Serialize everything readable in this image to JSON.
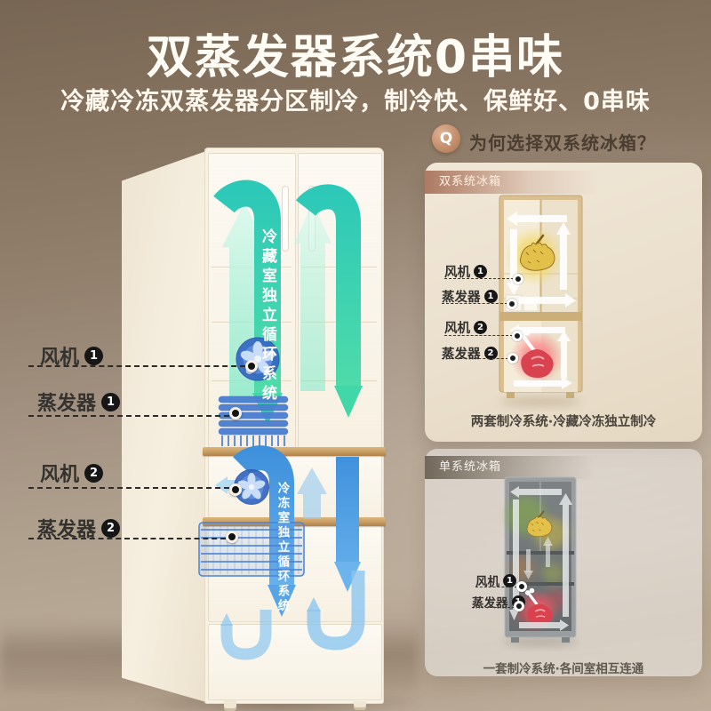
{
  "page": {
    "title": "双蒸发器系统0串味",
    "subtitle": "冷藏冷冻双蒸发器分区制冷，制冷快、保鲜好、0串味"
  },
  "fridge_diagram": {
    "cooling_band": "冷藏室独立循环系统",
    "freezing_band": "冷冻室独立循环系统",
    "labels": [
      {
        "text": "风机",
        "num": "1"
      },
      {
        "text": "蒸发器",
        "num": "1"
      },
      {
        "text": "风机",
        "num": "2"
      },
      {
        "text": "蒸发器",
        "num": "2"
      }
    ]
  },
  "qa": {
    "icon": "Q",
    "question": "为何选择双系统冰箱？",
    "cards": [
      {
        "tag": "双系统冰箱",
        "labels": [
          {
            "text": "风机",
            "num": "1"
          },
          {
            "text": "蒸发器",
            "num": "1"
          },
          {
            "text": "风机",
            "num": "2"
          },
          {
            "text": "蒸发器",
            "num": "2"
          }
        ],
        "caption": "两套制冷系统·冷藏冷冻独立制冷"
      },
      {
        "tag": "单系统冰箱",
        "labels": [
          {
            "text": "风机",
            "num": "1"
          },
          {
            "text": "蒸发器",
            "num": "1"
          }
        ],
        "caption": "一套制冷系统·各间室相互连通"
      }
    ]
  },
  "colors": {
    "accent_teal": "#3ad0ae",
    "accent_blue": "#4a9be2",
    "background_top": "#786654",
    "card_bg": "#ece1d0",
    "wood": "#c79c62",
    "q_circle": "#c6967a"
  }
}
